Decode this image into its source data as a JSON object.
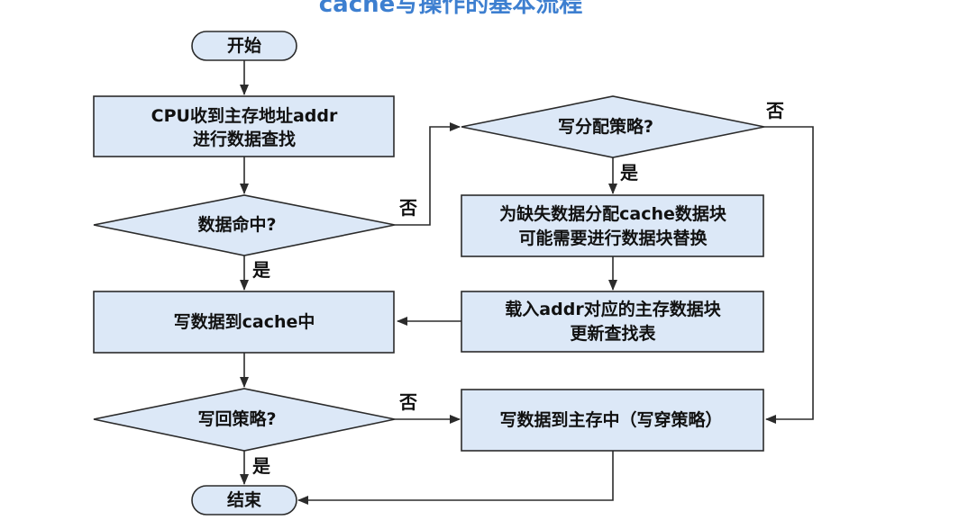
{
  "header": {
    "title": "cache写操作的基本流程"
  },
  "nodes": {
    "start": "开始",
    "cpu_line1": "CPU收到主存地址addr",
    "cpu_line2": "进行数据查找",
    "hit": "数据命中?",
    "write_cache": "写数据到cache中",
    "writeback": "写回策略?",
    "end": "结束",
    "alloc": "写分配策略?",
    "assign_line1": "为缺失数据分配cache数据块",
    "assign_line2": "可能需要进行数据块替换",
    "load_line1": "载入addr对应的主存数据块",
    "load_line2": "更新查找表",
    "write_mem": "写数据到主存中（写穿策略）"
  },
  "edge_labels": {
    "hit_yes": "是",
    "hit_no": "否",
    "alloc_yes": "是",
    "alloc_no": "否",
    "writeback_yes": "是",
    "writeback_no": "否"
  }
}
